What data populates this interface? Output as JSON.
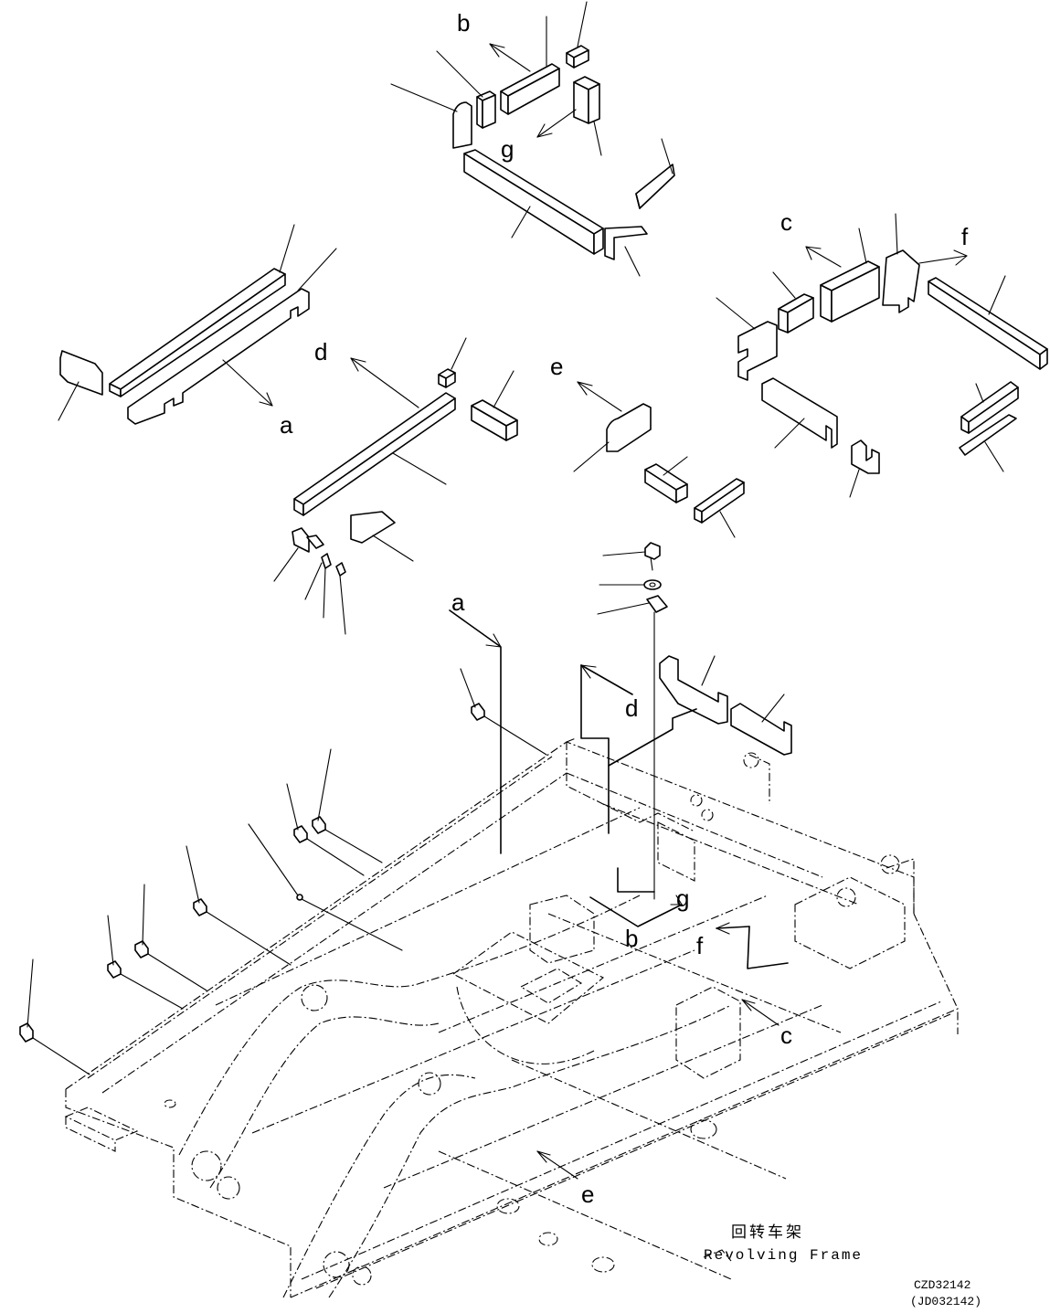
{
  "labels": {
    "a_top": "a",
    "a_mid": "a",
    "b_top": "b",
    "b_bot": "b",
    "c_top": "c",
    "c_bot": "c",
    "d_top": "d",
    "d_mid": "d",
    "e_top": "e",
    "e_bot": "e",
    "f_top": "f",
    "f_mid": "f",
    "g_top": "g",
    "g_mid": "g"
  },
  "caption": {
    "chinese": "回转车架",
    "english": "Revolving Frame"
  },
  "codes": {
    "primary": "CZD32142",
    "secondary": "(JD032142)"
  }
}
